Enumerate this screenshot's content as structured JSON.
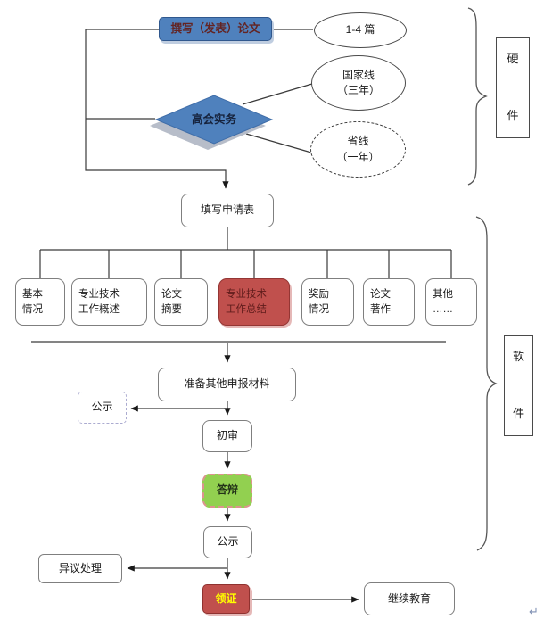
{
  "diagram": {
    "nodes": {
      "write_paper": "撰写（发表）论文",
      "paper_count": "1-4 篇",
      "practice_exam": "高会实务",
      "national_line": "国家线\n（三年）",
      "province_line": "省线\n（一年）",
      "fill_form": "填写申请表",
      "prepare_materials": "准备其他申报材料",
      "publicity_branch": "公示",
      "first_review": "初审",
      "defense": "答辩",
      "publicity_main": "公示",
      "objection_handling": "异议处理",
      "get_certificate": "领证",
      "continuing_education": "继续教育"
    },
    "attachments": [
      {
        "label": "基本\n情况"
      },
      {
        "label": "专业技术\n工作概述"
      },
      {
        "label": "论文\n摘要"
      },
      {
        "label": "专业技术\n工作总结"
      },
      {
        "label": "奖励\n情况"
      },
      {
        "label": "论文\n著作"
      },
      {
        "label": "其他\n……"
      }
    ],
    "braces": {
      "hardware_top": "硬",
      "hardware_bottom": "件",
      "software_top": "软",
      "software_bottom": "件"
    },
    "paragraph_mark": "↵",
    "colors": {
      "node_blue": "#4f81bd",
      "node_red": "#c0504d",
      "node_green": "#92d050",
      "text_dark_red": "#632423",
      "cert_text_yellow": "#ffff00"
    }
  }
}
